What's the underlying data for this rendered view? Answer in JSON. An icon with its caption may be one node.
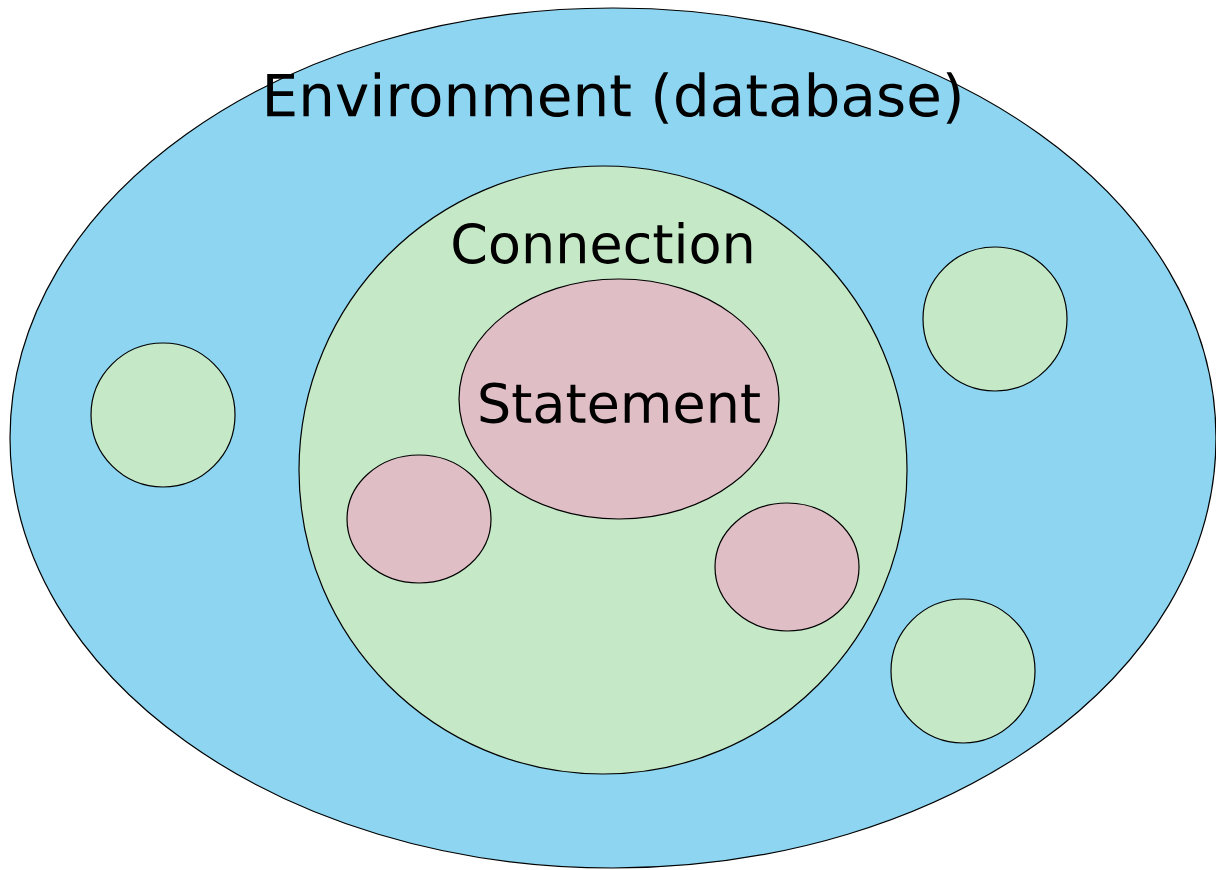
{
  "diagram": {
    "nodes": [
      {
        "text": [
          "Environment (database)"
        ]
      },
      {
        "text": [
          "Connection"
        ],
        "in": 0
      },
      {
        "text": [
          "Statement"
        ],
        "in": 1
      },
      {
        "text": [],
        "shape": "ellipse",
        "in": 1
      },
      {
        "text": [],
        "shape": "ellipse",
        "in": 1
      },
      {
        "text": [],
        "shape": "circle",
        "in": 0
      },
      {
        "text": [],
        "shape": "circle",
        "in": 0
      },
      {
        "text": [],
        "shape": "circle",
        "in": 0
      }
    ]
  }
}
